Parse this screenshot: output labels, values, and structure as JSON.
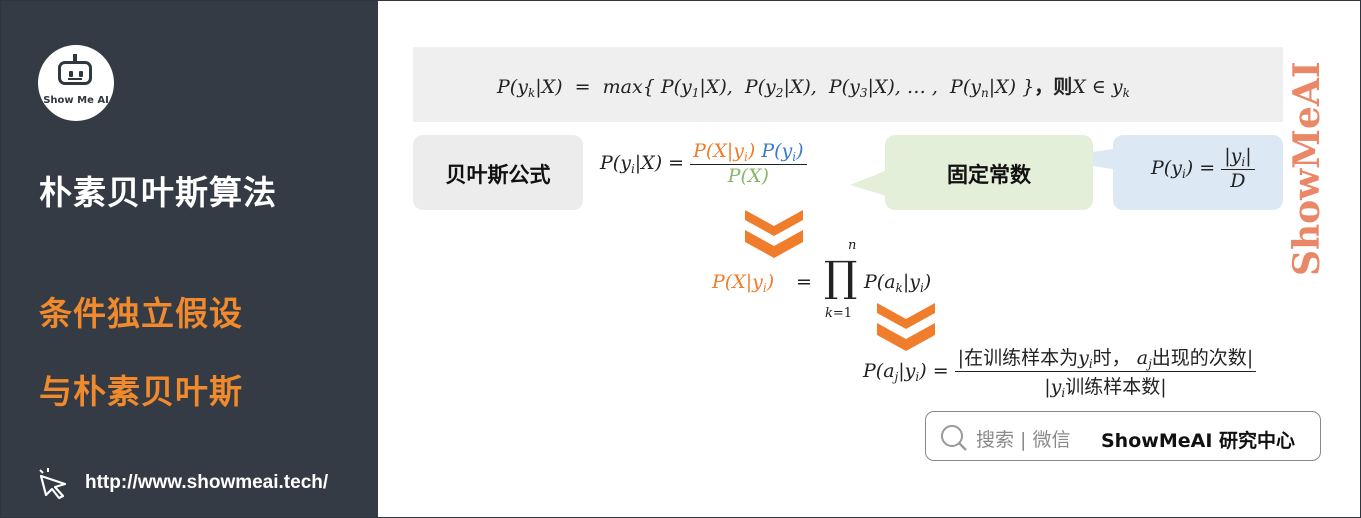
{
  "sidebar": {
    "logo_text": "Show Me AI",
    "title": "朴素贝叶斯算法",
    "subtitle_line1": "条件独立假设",
    "subtitle_line2": "与朴素贝叶斯",
    "url": "http://www.showmeai.tech/"
  },
  "formulas": {
    "decision_rule": "P(y_k|X) = max{ P(y_1|X), P(y_2|X), P(y_3|X), … , P(y_n|X) }，则X ∈ y_k",
    "bayes_label": "贝叶斯公式",
    "constant_label": "固定常数",
    "bayes": "P(y_i|X) = P(X|y_i) P(y_i) / P(X)",
    "prior": "P(y_i) = |y_i| / D",
    "independence": "P(X|y_i) = ∏_{k=1}^{n} P(a_k|y_i)",
    "likelihood_lhs": "P(a_j|y_i) =",
    "likelihood_num_a": "在训练样本为",
    "likelihood_num_b": "时，",
    "likelihood_num_c": "出现的次数",
    "likelihood_den": "训练样本数"
  },
  "search": {
    "hint": "搜索 | 微信",
    "account": "ShowMeAI 研究中心"
  },
  "watermark": "ShowMeAI",
  "colors": {
    "sidebar_bg": "#343b44",
    "accent_orange": "#f08a2c",
    "formula_orange": "#f07d2c",
    "formula_blue": "#3b7bc8",
    "formula_green": "#86b86a",
    "constant_box": "#e3efd9",
    "prior_box": "#dce8f4"
  }
}
